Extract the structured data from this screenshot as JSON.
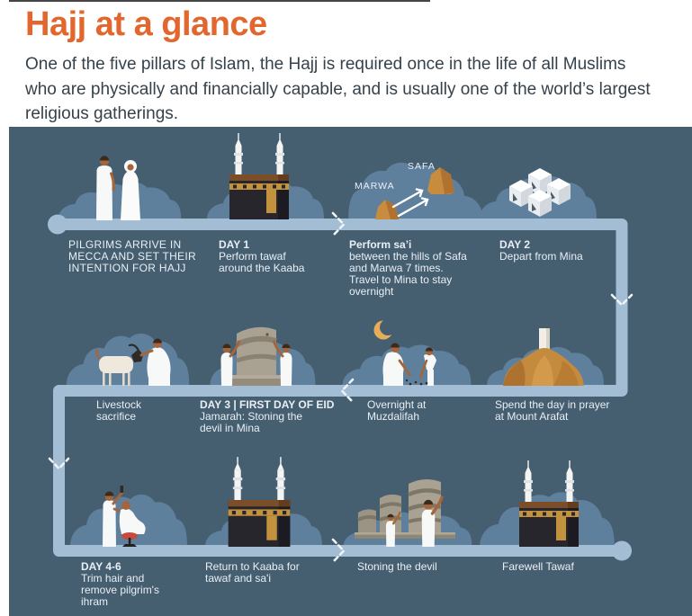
{
  "header": {
    "title": "Hajj at a glance",
    "intro": "One of the five pillars of Islam, the Hajj is required once in the life of all Muslims\nwho are physically and financially capable, and is usually one of the world’s largest\nreligious gatherings."
  },
  "colors": {
    "accent_orange": "#e2672e",
    "panel_bg": "#455f70",
    "cloud": "#5e809d",
    "timeline": "#a2bdd4",
    "text_light": "#e9eff5",
    "intro_text": "#36424b"
  },
  "diagram": {
    "hill_labels": {
      "marwa": "MARWA",
      "safa": "SAFA"
    },
    "steps": [
      {
        "id": "arrive",
        "title": "",
        "body": "PILGRIMS ARRIVE IN\nMECCA AND SET THEIR\nINTENTION FOR HAJJ",
        "icon": "pilgrims-couple"
      },
      {
        "id": "day1",
        "title": "DAY 1",
        "body": "Perform tawaf\naround the Kaaba",
        "icon": "kaaba"
      },
      {
        "id": "sai",
        "title": "Perform sa’i",
        "body": "between the hills of Safa\nand Marwa 7 times.\nTravel to Mina to stay\novernight",
        "icon": "safa-marwa-hills"
      },
      {
        "id": "day2",
        "title": "DAY 2",
        "body": "Depart from Mina",
        "icon": "mina-tents"
      },
      {
        "id": "sacrifice",
        "title": "",
        "body": "Livestock\nsacrifice",
        "icon": "goat-sacrifice"
      },
      {
        "id": "day3",
        "title": "DAY 3 | FIRST DAY OF EID",
        "body": "Jamarah: Stoning the\ndevil in Mina",
        "icon": "jamarah-wall"
      },
      {
        "id": "muzdalifah",
        "title": "",
        "body": "Overnight at\nMuzdalifah",
        "icon": "muzdalifah-night"
      },
      {
        "id": "arafat",
        "title": "",
        "body": "Spend the day in prayer\nat Mount Arafat",
        "icon": "mount-arafat"
      },
      {
        "id": "day46",
        "title": "DAY 4-6",
        "body": "Trim hair and\nremove pilgrim's\nihram",
        "icon": "hair-trim"
      },
      {
        "id": "return",
        "title": "",
        "body": "Return to Kaaba for\ntawaf and sa'i",
        "icon": "kaaba"
      },
      {
        "id": "stoning",
        "title": "",
        "body": "Stoning the devil",
        "icon": "three-pillars"
      },
      {
        "id": "farewell",
        "title": "",
        "body": "Farewell Tawaf",
        "icon": "kaaba"
      }
    ]
  }
}
